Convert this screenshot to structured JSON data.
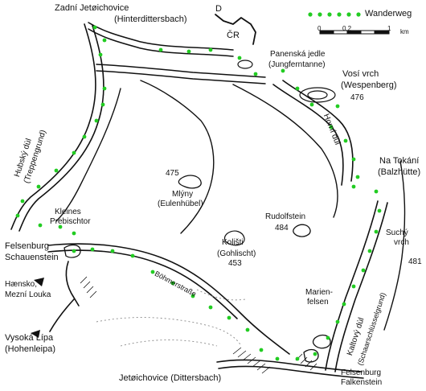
{
  "map": {
    "legend": {
      "trail_label": "Wanderweg",
      "trail_color": "#22cc22"
    },
    "scale": {
      "tick0": "0",
      "tick1": "0,2",
      "tick2": "1",
      "unit": "km"
    },
    "border": {
      "country_left": "D",
      "country_right": "ČR"
    },
    "labels": {
      "zadni_cz": "Zadní Jetøichovice",
      "zadni_de": "(Hinterdittersbach)",
      "panenska_cz": "Panenská jedle",
      "panenska_de": "(Jungferntanne)",
      "vosi_cz": "Vosí vrch",
      "vosi_de": "(Wespenberg)",
      "vosi_alt": "476",
      "hubsky_cz": "Hubský dùl",
      "hubsky_de": "(Treppengrund)",
      "horni_cz": "Horní dùl",
      "na_tokani_cz": "Na Tokání",
      "na_tokani_de": "(Balzhütte)",
      "alt_475": "475",
      "mlyny_cz": "Mlýny",
      "mlyny_de": "(Eulenhübel)",
      "kleines_1": "Kleines",
      "kleines_2": "Prebischtor",
      "rudolfstein": "Rudolfstein",
      "alt_484": "484",
      "suchy_1": "Suchý",
      "suchy_2": "vrch",
      "alt_481": "481",
      "felsenburg_1": "Felsenburg",
      "felsenburg_2": "Schauenstein",
      "kolisti_cz": "Kolišti",
      "kolisti_de": "(Gohlischt)",
      "alt_453": "453",
      "hrensko_1": "Hænsko,",
      "hrensko_2": "Mezní Louka",
      "bohm": "Böhmerstraße",
      "vysoka_cz": "Vysoká Lípa",
      "vysoka_de": "(Hohenleipa)",
      "marien_1": "Marien-",
      "marien_2": "felsen",
      "kaltovy_cz": "Kaltový dùl",
      "kaltovy_de": "(Schaarschlüsselgrund)",
      "jetr_cz": "Jetøichovice (Dittersbach)",
      "falken_1": "Felsenburg",
      "falken_2": "Falkenstein"
    }
  }
}
